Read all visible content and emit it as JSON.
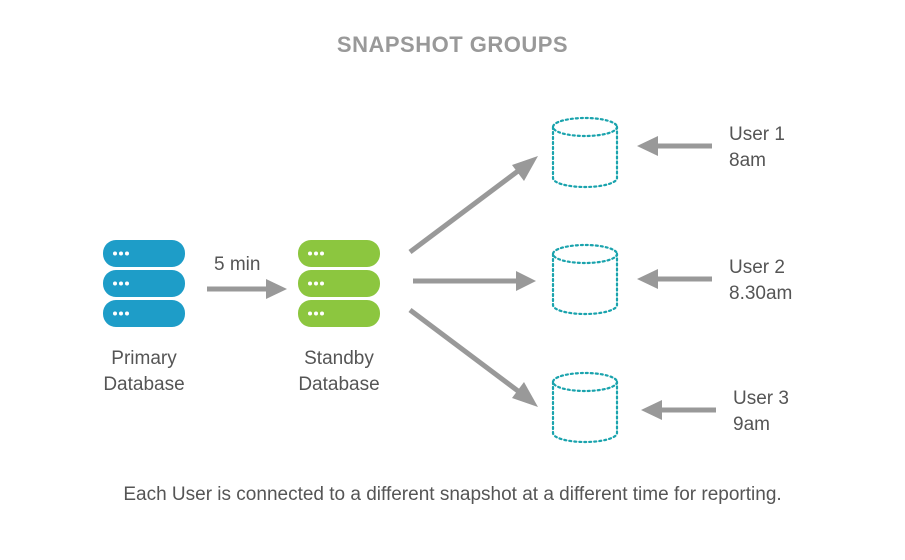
{
  "title": "SNAPSHOT GROUPS",
  "interval_label": "5 min",
  "primary": {
    "line1": "Primary",
    "line2": "Database"
  },
  "standby": {
    "line1": "Standby",
    "line2": "Database"
  },
  "users": [
    {
      "name": "User 1",
      "time": "8am"
    },
    {
      "name": "User 2",
      "time": "8.30am"
    },
    {
      "name": "User 3",
      "time": "9am"
    }
  ],
  "caption": "Each User is connected to a different snapshot at a different time for reporting.",
  "colors": {
    "primary_db": "#1e9dc8",
    "standby_db": "#8cc63f",
    "snapshot": "#1aa3ad",
    "arrow": "#999999",
    "text": "#555555",
    "title": "#999999"
  }
}
